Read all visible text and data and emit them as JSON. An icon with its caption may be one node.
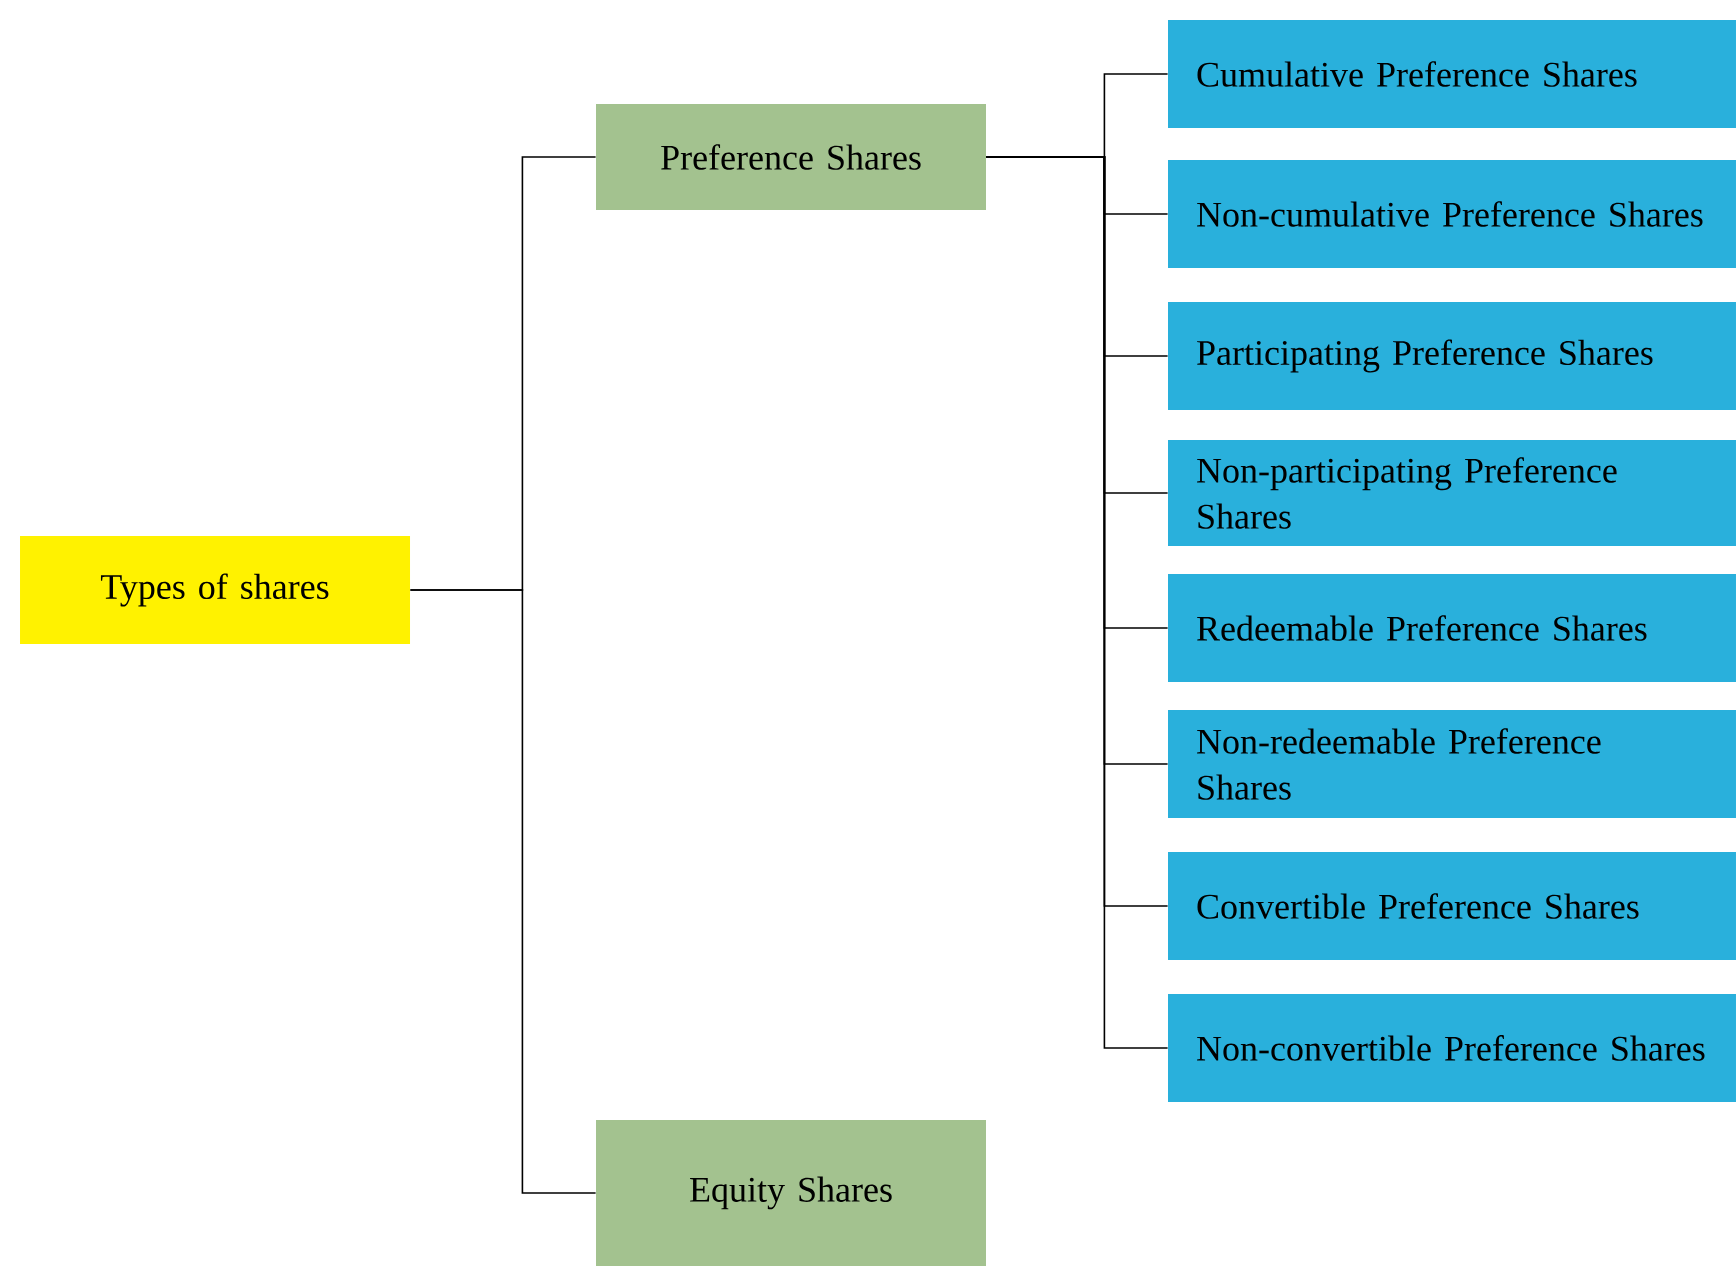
{
  "diagram": {
    "nodes": [
      {
        "text": [
          "Types of shares"
        ]
      },
      {
        "text": [
          "Preference Shares"
        ]
      },
      {
        "text": [
          "Equity Shares"
        ]
      },
      {
        "text": [
          "Cumulative Preference Shares"
        ]
      },
      {
        "text": [
          "Non-cumulative Preference Shares"
        ]
      },
      {
        "text": [
          "Participating Preference Shares"
        ]
      },
      {
        "text": [
          "Non-participating Preference Shares"
        ]
      },
      {
        "text": [
          "Redeemable Preference Shares"
        ]
      },
      {
        "text": [
          "Non-redeemable Preference Shares"
        ]
      },
      {
        "text": [
          "Convertible Preference Shares"
        ]
      },
      {
        "text": [
          "Non-convertible Preference Shares"
        ]
      }
    ],
    "edges": [
      {
        "from": 0,
        "to": 1,
        "arrow": "none"
      },
      {
        "from": 0,
        "to": 2,
        "arrow": "none"
      },
      {
        "from": 1,
        "to": 3,
        "arrow": "none"
      },
      {
        "from": 1,
        "to": 4,
        "arrow": "none"
      },
      {
        "from": 1,
        "to": 5,
        "arrow": "none"
      },
      {
        "from": 1,
        "to": 6,
        "arrow": "none"
      },
      {
        "from": 1,
        "to": 7,
        "arrow": "none"
      },
      {
        "from": 1,
        "to": 8,
        "arrow": "none"
      },
      {
        "from": 1,
        "to": 9,
        "arrow": "none"
      },
      {
        "from": 1,
        "to": 10,
        "arrow": "none"
      }
    ]
  }
}
